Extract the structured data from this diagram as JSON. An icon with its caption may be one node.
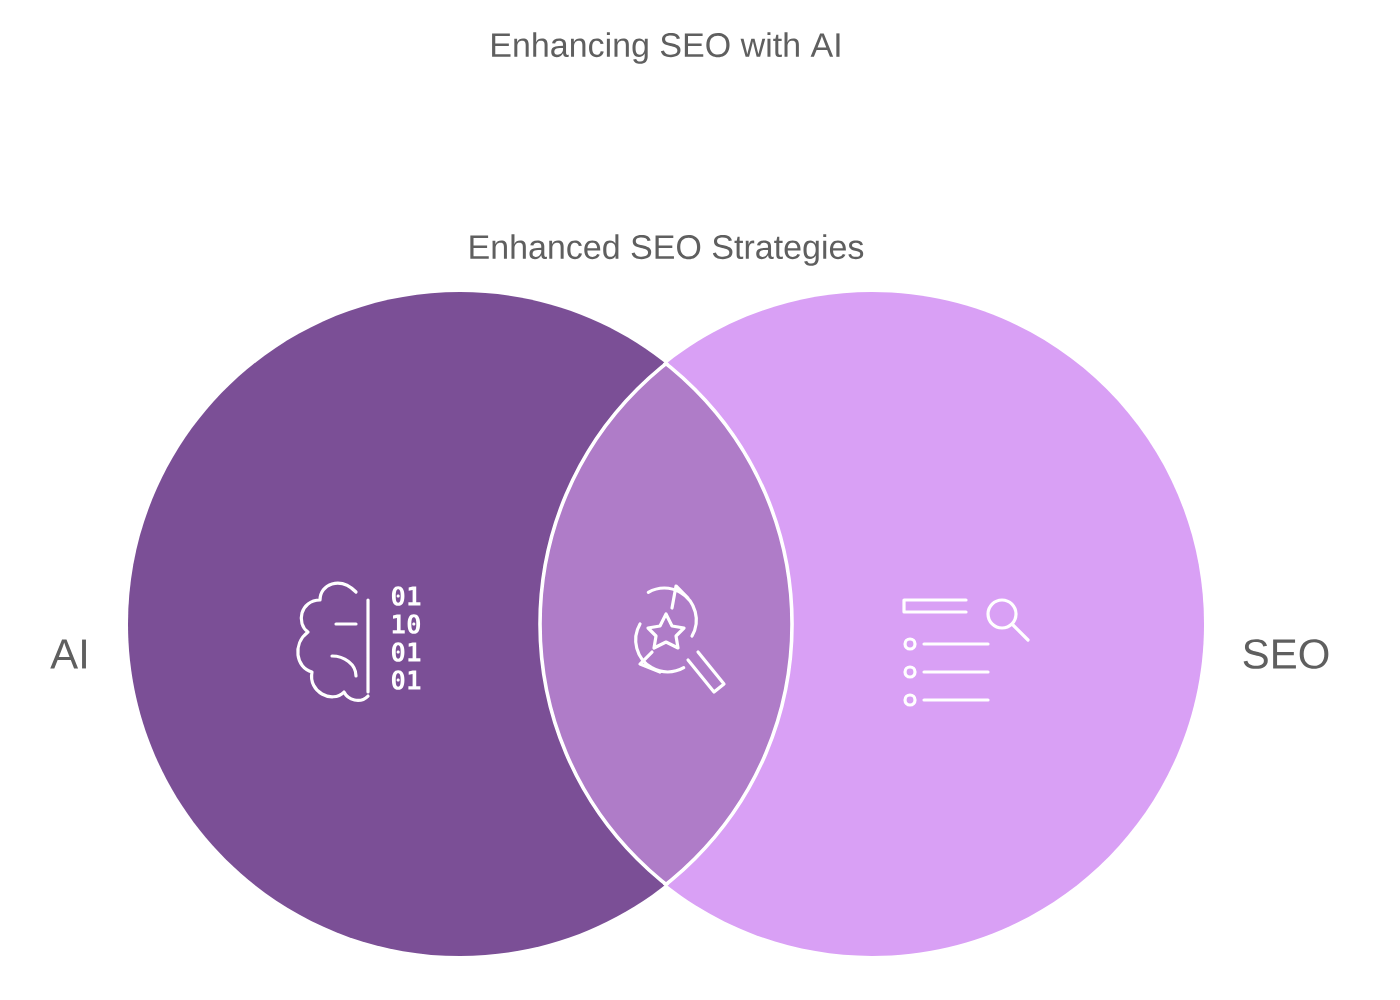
{
  "diagram": {
    "title": "Enhancing SEO with AI",
    "nodes": [
      {
        "text": [
          "AI"
        ]
      },
      {
        "text": [
          "SEO"
        ]
      },
      {
        "text": [
          "Enhanced SEO Strategies"
        ]
      }
    ],
    "labels": [
      "01",
      "10",
      "01",
      "01"
    ]
  }
}
